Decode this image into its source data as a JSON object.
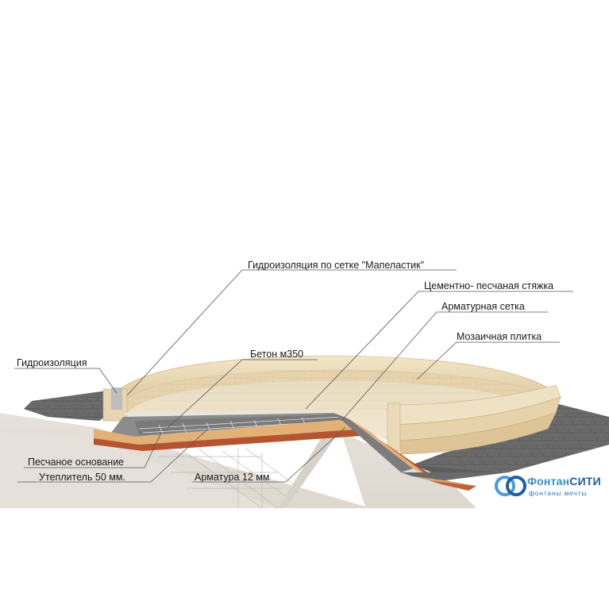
{
  "labels": {
    "mapelastik": "Гидроизоляция по сетке \"Мапеластик\"",
    "screed": "Цементно- песчаная стяжка",
    "mesh": "Арматурная сетка",
    "mosaic": "Мозаичная плитка",
    "concrete": "Бетон м350",
    "waterproofing": "Гидроизоляция",
    "sand_base": "Песчаное основание",
    "insulation": "Утеплитель 50 мм.",
    "rebar": "Арматура 12 мм"
  },
  "logo": {
    "brand_part1": "Фонтан",
    "brand_part2": "СИТИ",
    "tagline": "фонтаны мечты"
  },
  "colors": {
    "ground": "#e3dfd8",
    "paving": "#6e6e6e",
    "stone": "#e8d8b8",
    "concrete": "#8a8a8a",
    "sand_layer": "#e0b27a",
    "insulation_layer": "#c0643a",
    "accent_logo": "#2a78bd"
  }
}
